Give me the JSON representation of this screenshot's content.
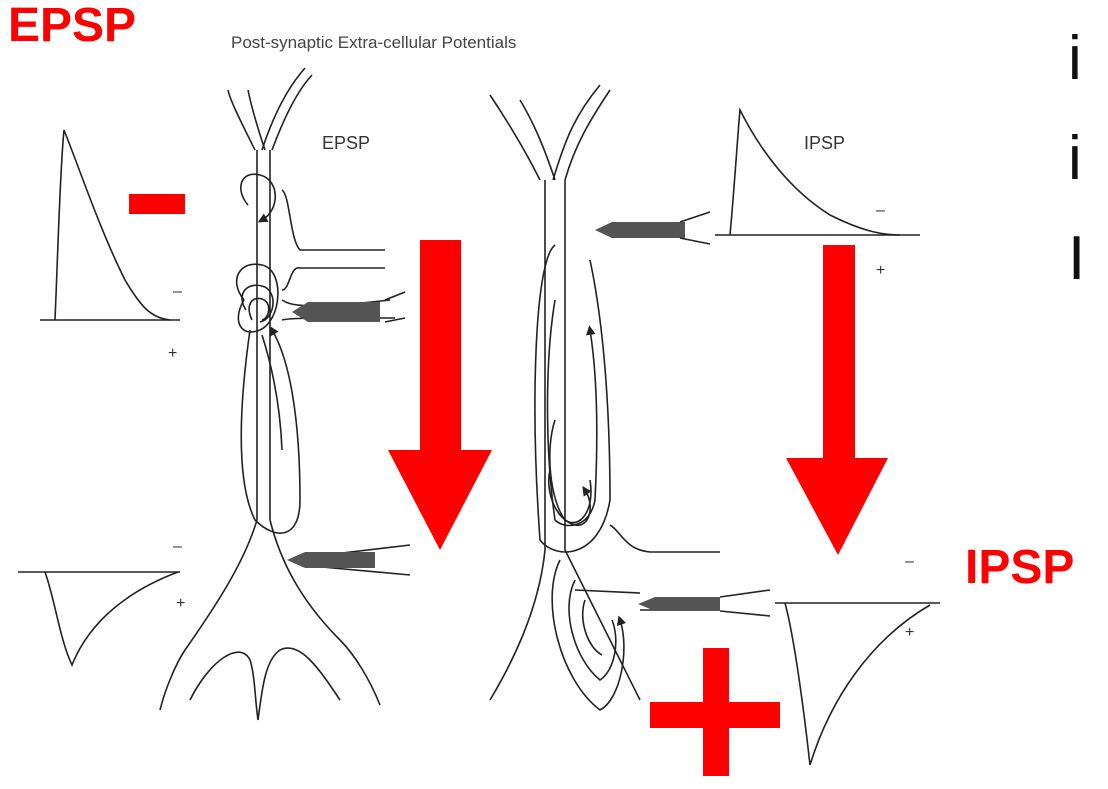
{
  "labels": {
    "epsp_corner": "EPSP",
    "caption": "Post-synaptic Extra-cellular Potentials",
    "epsp_panel": "EPSP",
    "ipsp_panel": "IPSP",
    "ipsp_red": "IPSP",
    "minus": "–",
    "plus": "+"
  },
  "side_text": [
    "i",
    "i",
    "I"
  ],
  "colors": {
    "annotation_red": "#ff0000",
    "line": "#222222",
    "arrow_grey": "#555555"
  }
}
